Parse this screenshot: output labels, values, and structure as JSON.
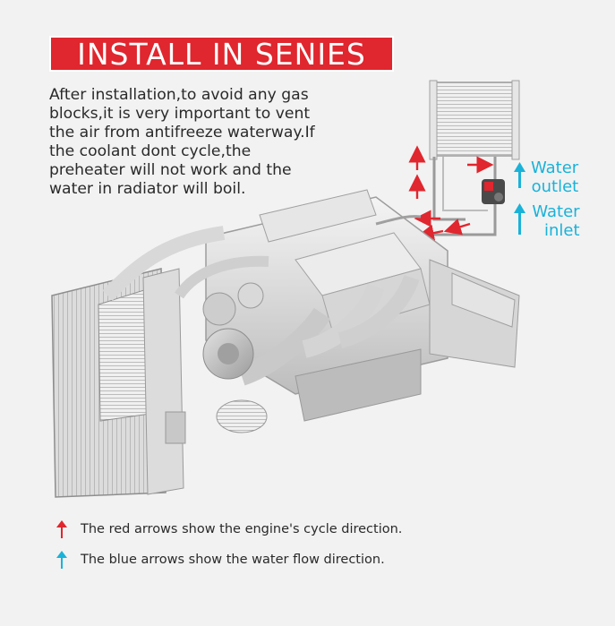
{
  "title": "INSTALL IN SENIES",
  "description_lines": [
    "After installation,to avoid any gas",
    "blocks,it is very important to vent",
    "the air from antifreeze waterway.If",
    "the coolant dont cycle,the",
    "preheater will not work and the",
    "water in radiator will boil."
  ],
  "labels": {
    "water_outlet": [
      "Water",
      "outlet"
    ],
    "water_inlet": [
      "Water",
      "inlet"
    ]
  },
  "legend": {
    "red": "The red arrows show the engine's cycle direction.",
    "blue": "The blue arrows show the water flow direction."
  },
  "colors": {
    "title_bg": "#e0262e",
    "red_arrow": "#e0262e",
    "blue_arrow": "#1ab2d8",
    "engine": "#d4d4d4"
  }
}
